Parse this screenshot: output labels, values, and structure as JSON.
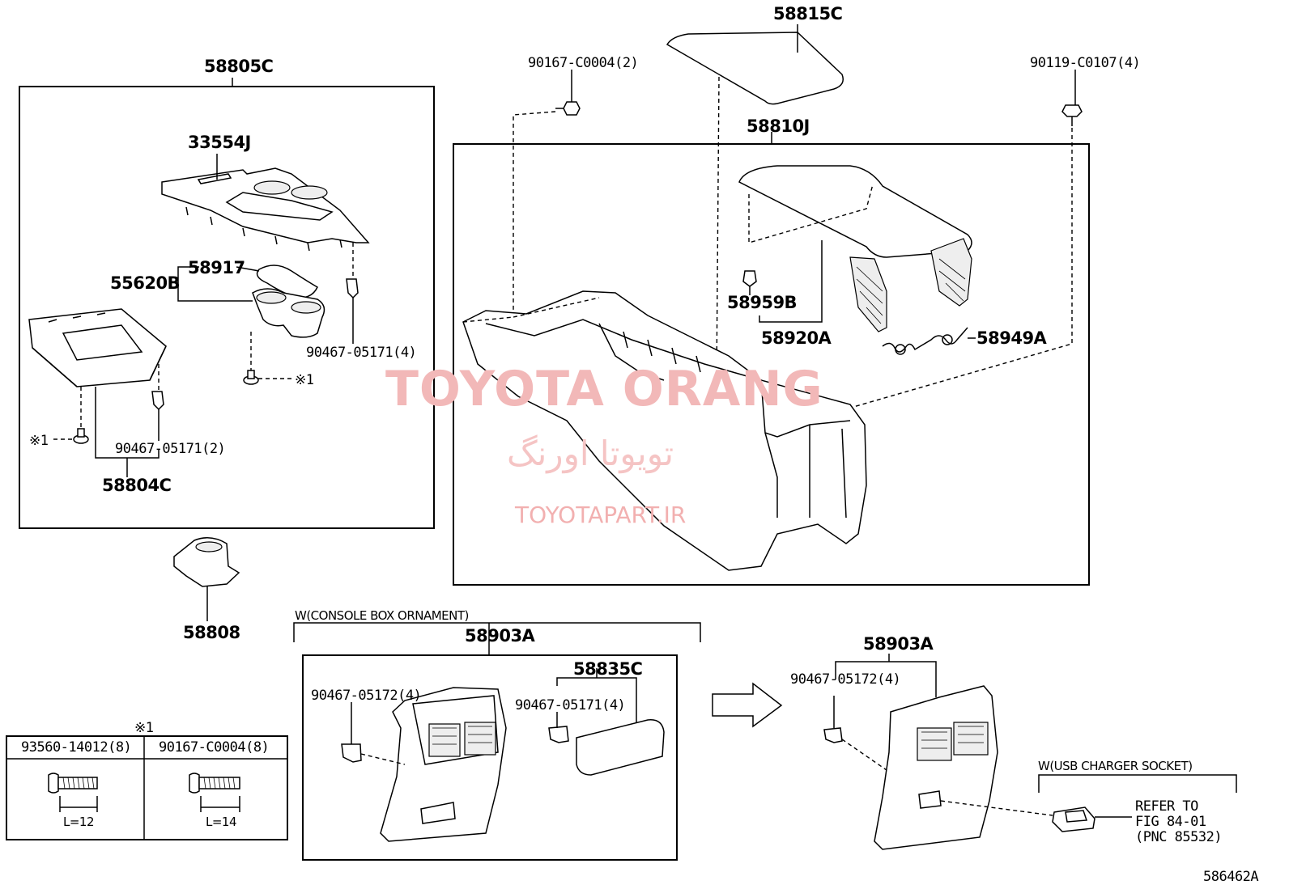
{
  "diagram_id": "586462A",
  "watermark": {
    "brand": "TOYOTA ORANG",
    "brand_fa": "تویوتا اورنگ",
    "site": "TOYOTAPART.IR"
  },
  "labels": {
    "p58805C": "58805C",
    "p33554J": "33554J",
    "p55620B": "55620B",
    "p58917": "58917",
    "p90467_05171_4": "90467-05171(4)",
    "mark1_a": "※1",
    "mark1_b": "※1",
    "p90467_05171_2": "90467-05171(2)",
    "p58804C": "58804C",
    "p58808": "58808",
    "p90167_C0004_2": "90167-C0004(2)",
    "p58815C": "58815C",
    "p58810J": "58810J",
    "p90119_C0107_4": "90119-C0107(4)",
    "p58959B": "58959B",
    "p58920A": "58920A",
    "p58949A": "58949A",
    "w_console": "W(CONSOLE BOX ORNAMENT)",
    "p58903A_a": "58903A",
    "p58835C": "58835C",
    "p90467_05172_4_a": "90467-05172(4)",
    "p90467_05171_4_b": "90467-05171(4)",
    "p58903A_b": "58903A",
    "p90467_05172_4_b": "90467-05172(4)",
    "w_usb": "W(USB CHARGER SOCKET)",
    "refer1": "REFER TO",
    "refer2": "FIG 84-01",
    "refer3": "(PNC 85532)"
  },
  "fastener_table": {
    "note": "※1",
    "columns": [
      {
        "part": "93560-14012(8)",
        "length": "L=12"
      },
      {
        "part": "90167-C0004(8)",
        "length": "L=14"
      }
    ]
  }
}
